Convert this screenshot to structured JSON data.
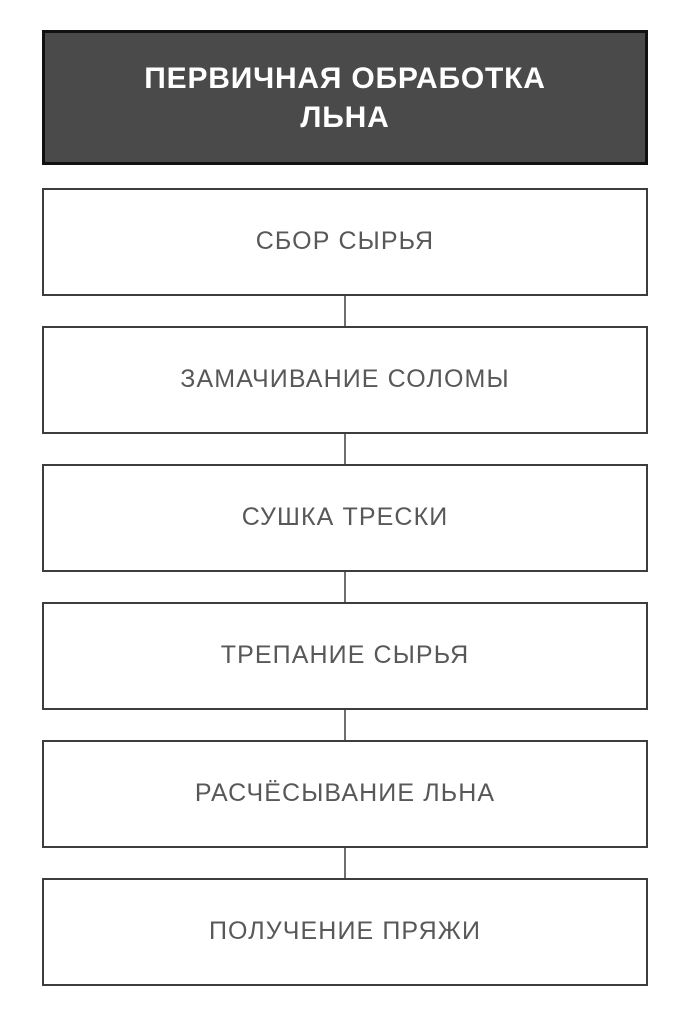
{
  "diagram": {
    "type": "vertical-flowchart",
    "title": "ПЕРВИЧНАЯ ОБРАБОТКА ЛЬНА",
    "header": {
      "label": "ПЕРВИЧНАЯ ОБРАБОТКА\nЛЬНА",
      "fill_color": "#4a4a4a",
      "border_color": "#111111",
      "text_color": "#ffffff"
    },
    "style": {
      "background": "#ffffff",
      "node_fill": "#ffffff",
      "node_border": "#3d3d3d",
      "node_text": "#58585a",
      "connector_color": "#6e6e70"
    },
    "steps": [
      {
        "label": "СБОР СЫРЬЯ"
      },
      {
        "label": "ЗАМАЧИВАНИЕ СОЛОМЫ"
      },
      {
        "label": "СУШКА ТРЕСКИ"
      },
      {
        "label": "ТРЕПАНИЕ СЫРЬЯ"
      },
      {
        "label": "РАСЧЁСЫВАНИЕ ЛЬНА"
      },
      {
        "label": "ПОЛУЧЕНИЕ ПРЯЖИ"
      }
    ]
  }
}
